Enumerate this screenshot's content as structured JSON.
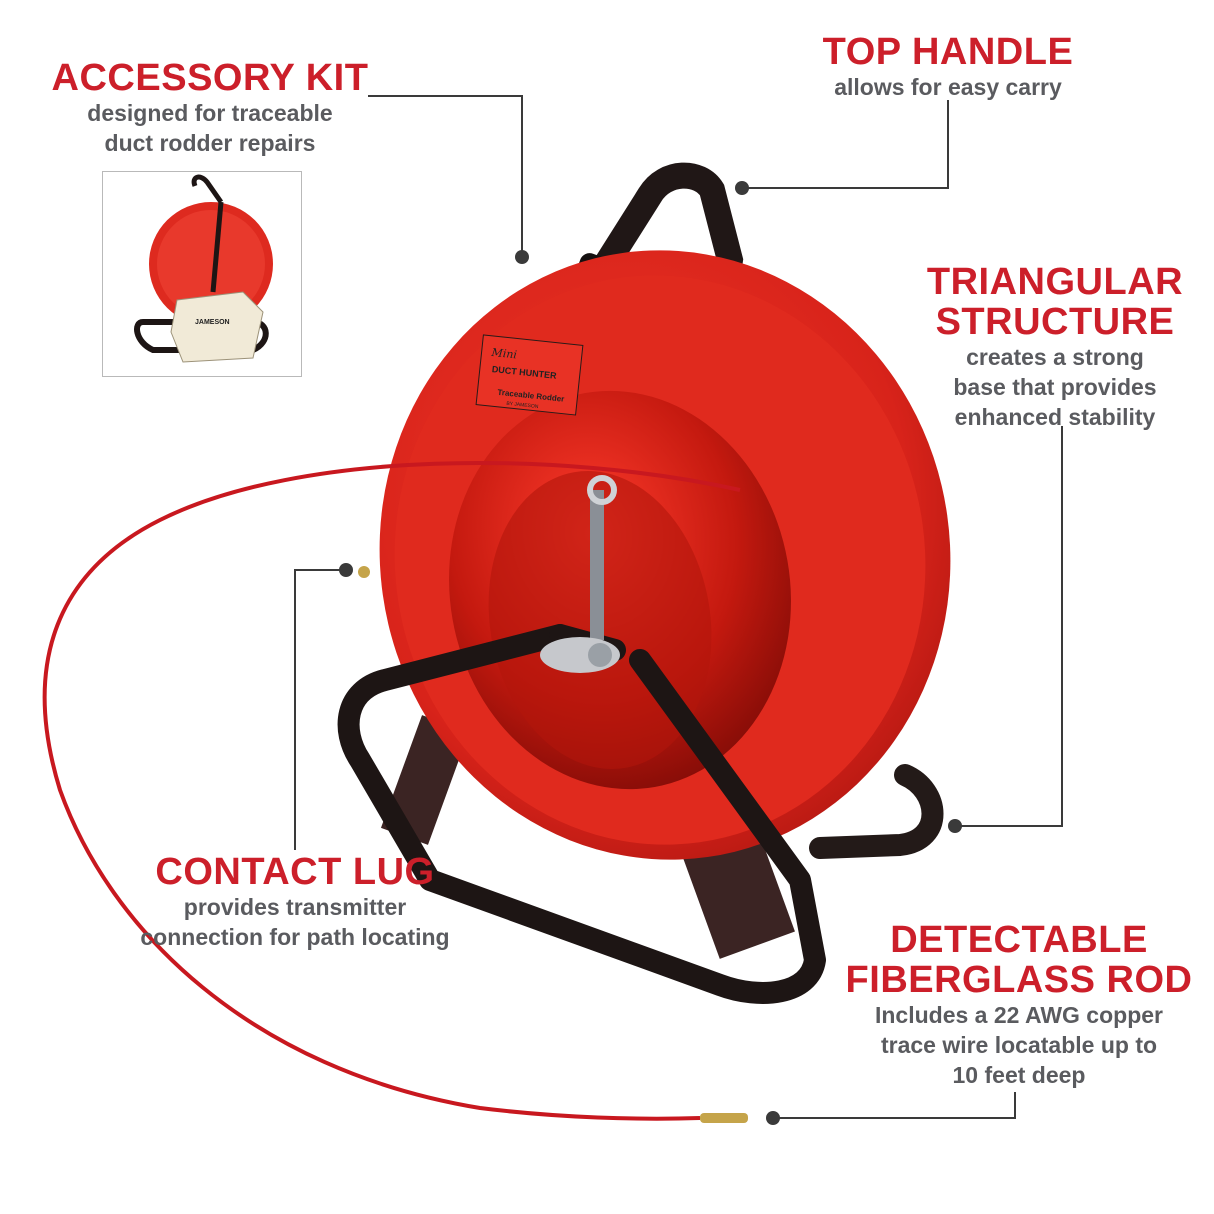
{
  "accent_color": "#cc1f2a",
  "text_color": "#5a5b5f",
  "callouts": {
    "accessory_kit": {
      "title": "ACCESSORY KIT",
      "lines": [
        "designed for traceable",
        "duct rodder repairs"
      ]
    },
    "top_handle": {
      "title": "TOP HANDLE",
      "lines": [
        "allows for easy carry"
      ]
    },
    "triangular": {
      "title_lines": [
        "TRIANGULAR",
        "STRUCTURE"
      ],
      "lines": [
        "creates a strong",
        "base that provides",
        "enhanced stability"
      ]
    },
    "contact_lug": {
      "title": "CONTACT LUG",
      "lines": [
        "provides transmitter",
        "connection for path locating"
      ]
    },
    "fiberglass_rod": {
      "title_lines": [
        "DETECTABLE",
        "FIBERGLASS ROD"
      ],
      "lines": [
        "Includes a 22 AWG copper",
        "trace wire locatable up to",
        "10 feet deep"
      ]
    }
  },
  "product_label": {
    "brand_script": "Mini",
    "name": "DUCT HUNTER",
    "sub": "Traceable Rodder",
    "maker": "BY JAMESON"
  },
  "thumbnail_label": "JAMESON",
  "icons": [
    "accessory-kit-thumbnail",
    "reel-image",
    "leader-dot"
  ]
}
